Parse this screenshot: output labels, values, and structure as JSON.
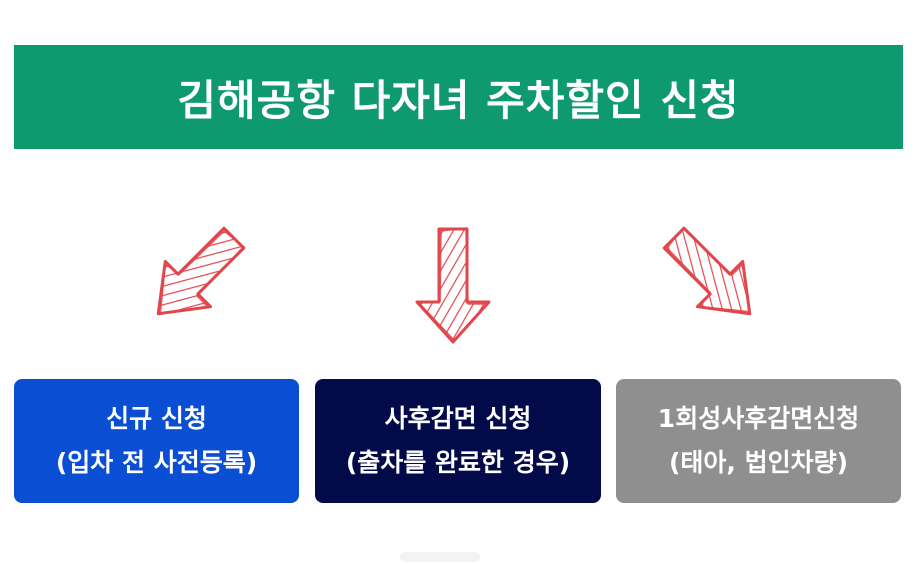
{
  "header": {
    "title": "김해공항 다자녀 주차할인 신청",
    "background": "#0E9A6E"
  },
  "arrows": [
    {
      "icon": "arrow-down-left-icon",
      "color": "#E0474C"
    },
    {
      "icon": "arrow-down-icon",
      "color": "#E0474C"
    },
    {
      "icon": "arrow-down-right-icon",
      "color": "#E0474C"
    }
  ],
  "options": [
    {
      "line1": "신규 신청",
      "line2": "(입차 전 사전등록)",
      "background": "#0A4ED4"
    },
    {
      "line1": "사후감면 신청",
      "line2": "(출차를 완료한 경우)",
      "background": "#020A4A"
    },
    {
      "line1": "1회성사후감면신청",
      "line2": "(태아, 법인차량)",
      "background": "#8F8F8F"
    }
  ]
}
